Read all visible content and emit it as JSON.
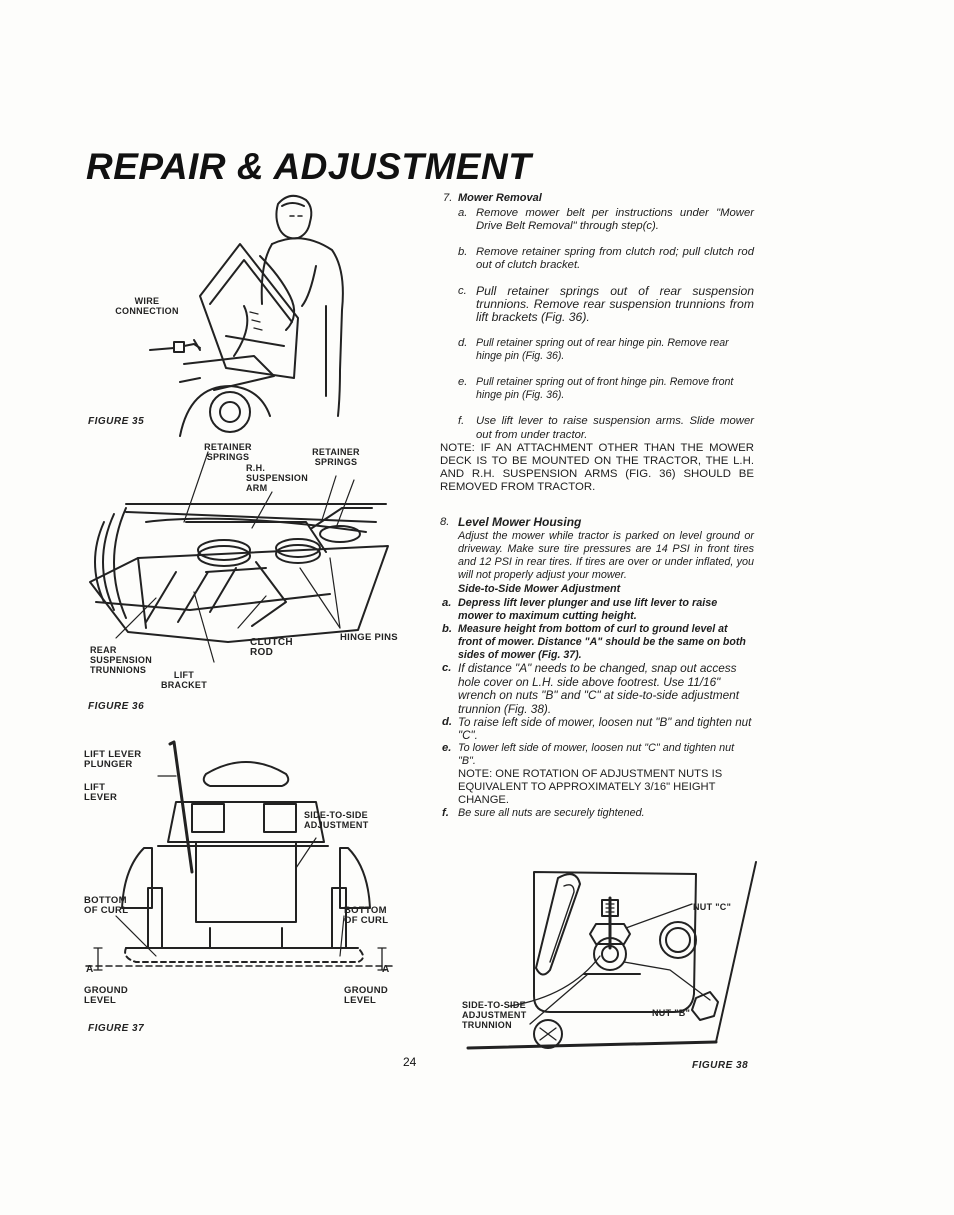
{
  "header": {
    "title": "REPAIR & ADJUSTMENT"
  },
  "figures": {
    "fig35": {
      "caption": "FIGURE 35",
      "labels": {
        "wire_connection": "WIRE\nCONNECTION"
      }
    },
    "fig36": {
      "caption": "FIGURE 36",
      "labels": {
        "retainer_springs_left": "RETAINER\nSPRINGS",
        "retainer_springs_right": "RETAINER\nSPRINGS",
        "rh_suspension_arm": "R.H.\nSUSPENSION\nARM",
        "rear_suspension_trunnions": "REAR\nSUSPENSION\nTRUNNIONS",
        "clutch_rod": "CLUTCH\nROD",
        "hinge_pins": "HINGE PINS",
        "lift_bracket": "LIFT\nBRACKET"
      }
    },
    "fig37": {
      "caption": "FIGURE 37",
      "labels": {
        "lift_lever_plunger": "LIFT LEVER\nPLUNGER",
        "lift_lever": "LIFT\nLEVER",
        "side_to_side_adjustment": "SIDE-TO-SIDE\nADJUSTMENT",
        "bottom_of_curl_left": "BOTTOM\nOF CURL",
        "bottom_of_curl_right": "BOTTOM\nOF CURL",
        "a_left": "A",
        "a_right": "A",
        "ground_level_left": "GROUND\nLEVEL",
        "ground_level_right": "GROUND\nLEVEL"
      }
    },
    "fig38": {
      "caption": "FIGURE 38",
      "labels": {
        "nut_c": "NUT \"C\"",
        "nut_b": "NUT \"B\"",
        "trunnion": "SIDE-TO-SIDE\nADJUSTMENT\nTRUNNION"
      }
    }
  },
  "section7": {
    "number": "7.",
    "heading": "Mower Removal",
    "steps": [
      {
        "letter": "a.",
        "text": "Remove mower belt per instructions under \"Mower Drive Belt Removal\" through step(c)."
      },
      {
        "letter": "b.",
        "text": "Remove retainer spring from clutch rod; pull clutch rod out of clutch bracket."
      },
      {
        "letter": "c.",
        "text": "Pull retainer springs out of rear suspension trunnions. Remove rear suspension trunnions from lift brackets (Fig. 36)."
      },
      {
        "letter": "d.",
        "text": "Pull retainer spring out of rear hinge pin. Remove rear hinge pin (Fig. 36)."
      },
      {
        "letter": "e.",
        "text": "Pull retainer spring out of front hinge pin. Remove front hinge pin (Fig. 36)."
      },
      {
        "letter": "f.",
        "text": "Use lift lever to raise suspension arms. Slide mower out from under tractor."
      }
    ],
    "note": "NOTE: IF AN ATTACHMENT OTHER THAN THE MOWER DECK IS TO BE MOUNTED ON THE TRACTOR, THE L.H. AND R.H. SUSPENSION ARMS (FIG. 36) SHOULD BE REMOVED FROM TRACTOR."
  },
  "section8": {
    "number": "8.",
    "heading": "Level Mower Housing",
    "intro": "Adjust the mower while tractor is parked on level ground or driveway. Make sure tire pressures are 14 PSI in front tires and 12 PSI in rear tires. If tires are over or under inflated, you will not properly adjust your mower.",
    "subheading": "Side-to-Side Mower Adjustment",
    "steps": [
      {
        "letter": "a.",
        "text": "Depress lift lever plunger and use lift lever to raise mower to maximum cutting height."
      },
      {
        "letter": "b.",
        "text": "Measure height from bottom of curl to ground level at front of mower. Distance \"A\" should be the same on both sides of mower (Fig. 37)."
      },
      {
        "letter": "c.",
        "text": "If distance \"A\" needs to be changed, snap out access hole cover on L.H. side above footrest. Use 11/16\" wrench on nuts \"B\" and \"C\" at side-to-side adjustment trunnion (Fig. 38)."
      },
      {
        "letter": "d.",
        "text": "To raise left side of mower, loosen nut \"B\" and tighten nut \"C\"."
      },
      {
        "letter": "e.",
        "text": "To lower left side of mower, loosen nut \"C\" and tighten nut \"B\"."
      }
    ],
    "note": "NOTE: ONE ROTATION OF ADJUSTMENT NUTS IS EQUIVALENT TO APPROXIMATELY 3/16\" HEIGHT CHANGE.",
    "final_step": {
      "letter": "f.",
      "text": "Be sure all nuts are securely tightened."
    }
  },
  "footer": {
    "page_number": "24"
  }
}
